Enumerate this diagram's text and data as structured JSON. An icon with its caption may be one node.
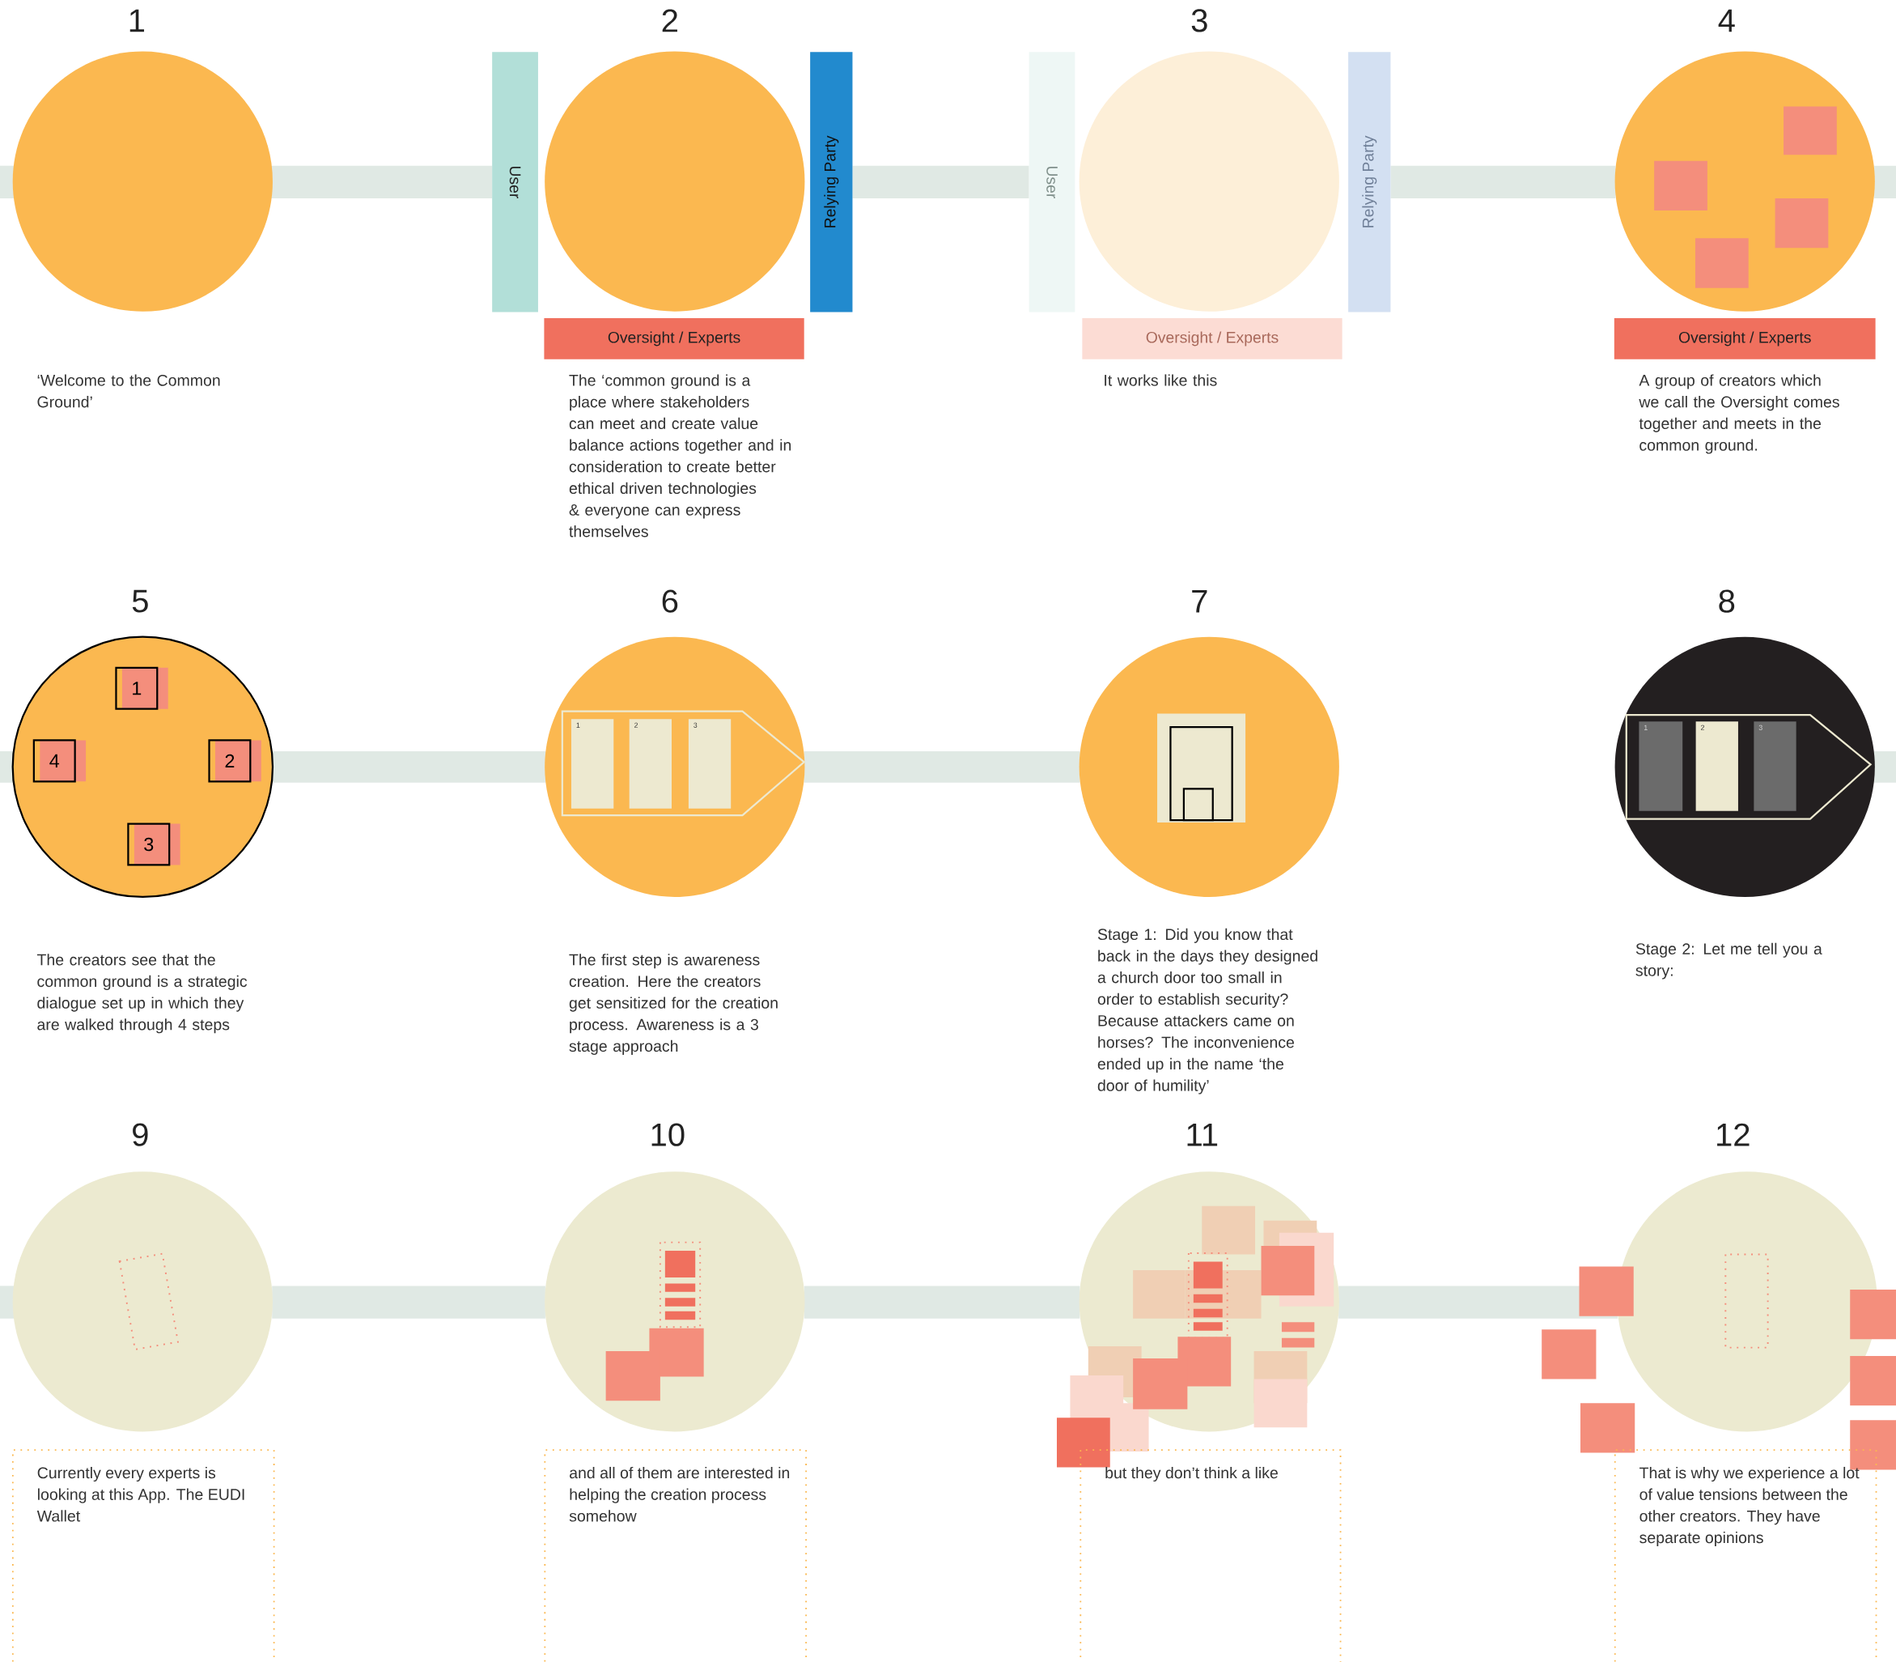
{
  "diagram": {
    "nodes": [
      {
        "text": [],
        "shape": "circle"
      },
      {
        "text": [
          "User"
        ]
      },
      {
        "text": [],
        "shape": "circle"
      },
      {
        "text": [
          "Relying Party"
        ]
      },
      {
        "text": [
          "Oversight / Experts"
        ]
      },
      {
        "text": [
          "User"
        ]
      },
      {
        "text": [],
        "shape": "circle"
      },
      {
        "text": [
          "Relying Party"
        ]
      },
      {
        "text": [
          "Oversight / Experts"
        ]
      },
      {
        "text": [],
        "shape": "circle"
      },
      {
        "text": [
          "Oversight / Experts"
        ]
      },
      {
        "text": [],
        "shape": "circle"
      },
      {
        "text": [
          "1"
        ],
        "in": 11
      },
      {
        "text": [
          "4"
        ],
        "in": 11
      },
      {
        "text": [
          "2"
        ],
        "in": 11
      },
      {
        "text": [
          "3"
        ],
        "in": 11
      },
      {
        "text": [],
        "shape": "circle"
      },
      {
        "text": [
          "1"
        ],
        "in": 16
      },
      {
        "text": [
          "2"
        ],
        "in": 16
      },
      {
        "text": [
          "3"
        ],
        "in": 16
      },
      {
        "text": [],
        "shape": "circle"
      },
      {
        "text": [],
        "shape": "circle"
      },
      {
        "text": [
          "1"
        ],
        "in": 21
      },
      {
        "text": [
          "2"
        ],
        "in": 21
      },
      {
        "text": [
          "3"
        ],
        "in": 21
      },
      {
        "text": [],
        "shape": "circle"
      },
      {
        "text": [
          "Currently every experts is looking at this App. The EUDI Wallet"
        ]
      },
      {
        "text": [],
        "shape": "circle"
      },
      {
        "text": [
          "and all of them are interested in helping the creation process somehow"
        ]
      },
      {
        "text": [],
        "shape": "circle"
      },
      {
        "text": [
          "but they don’t think a like"
        ]
      },
      {
        "text": [],
        "shape": "circle"
      },
      {
        "text": [
          "That is why we experience a lot of value tensions between the other creators. They have separate opinions"
        ]
      }
    ],
    "labels": [
      "1",
      "2",
      "3",
      "4",
      "‘Welcome to the Common Ground’",
      "The ‘common ground is a place where stakeholders can meet and create value balance actions together and in consideration to create better ethical driven technologies & everyone can express themselves",
      "It works like this",
      "A group of creators which we call the Oversight comes together and meets in the common ground.",
      "5",
      "6",
      "7",
      "8",
      "The creators see that the common ground is a strategic dialogue set up in which they are walked through 4 steps",
      "The first step is awareness creation. Here the creators get sensitized for the creation process. Awareness is a 3 stage approach",
      "Stage 1: Did you know that back in the days they designed a church door too small in order to establish security? Because attackers came on horses? The inconvenience ended up in the name ‘the door of humility’",
      "Stage 2: Let me tell you a story:",
      "9",
      "10",
      "11",
      "12"
    ]
  }
}
